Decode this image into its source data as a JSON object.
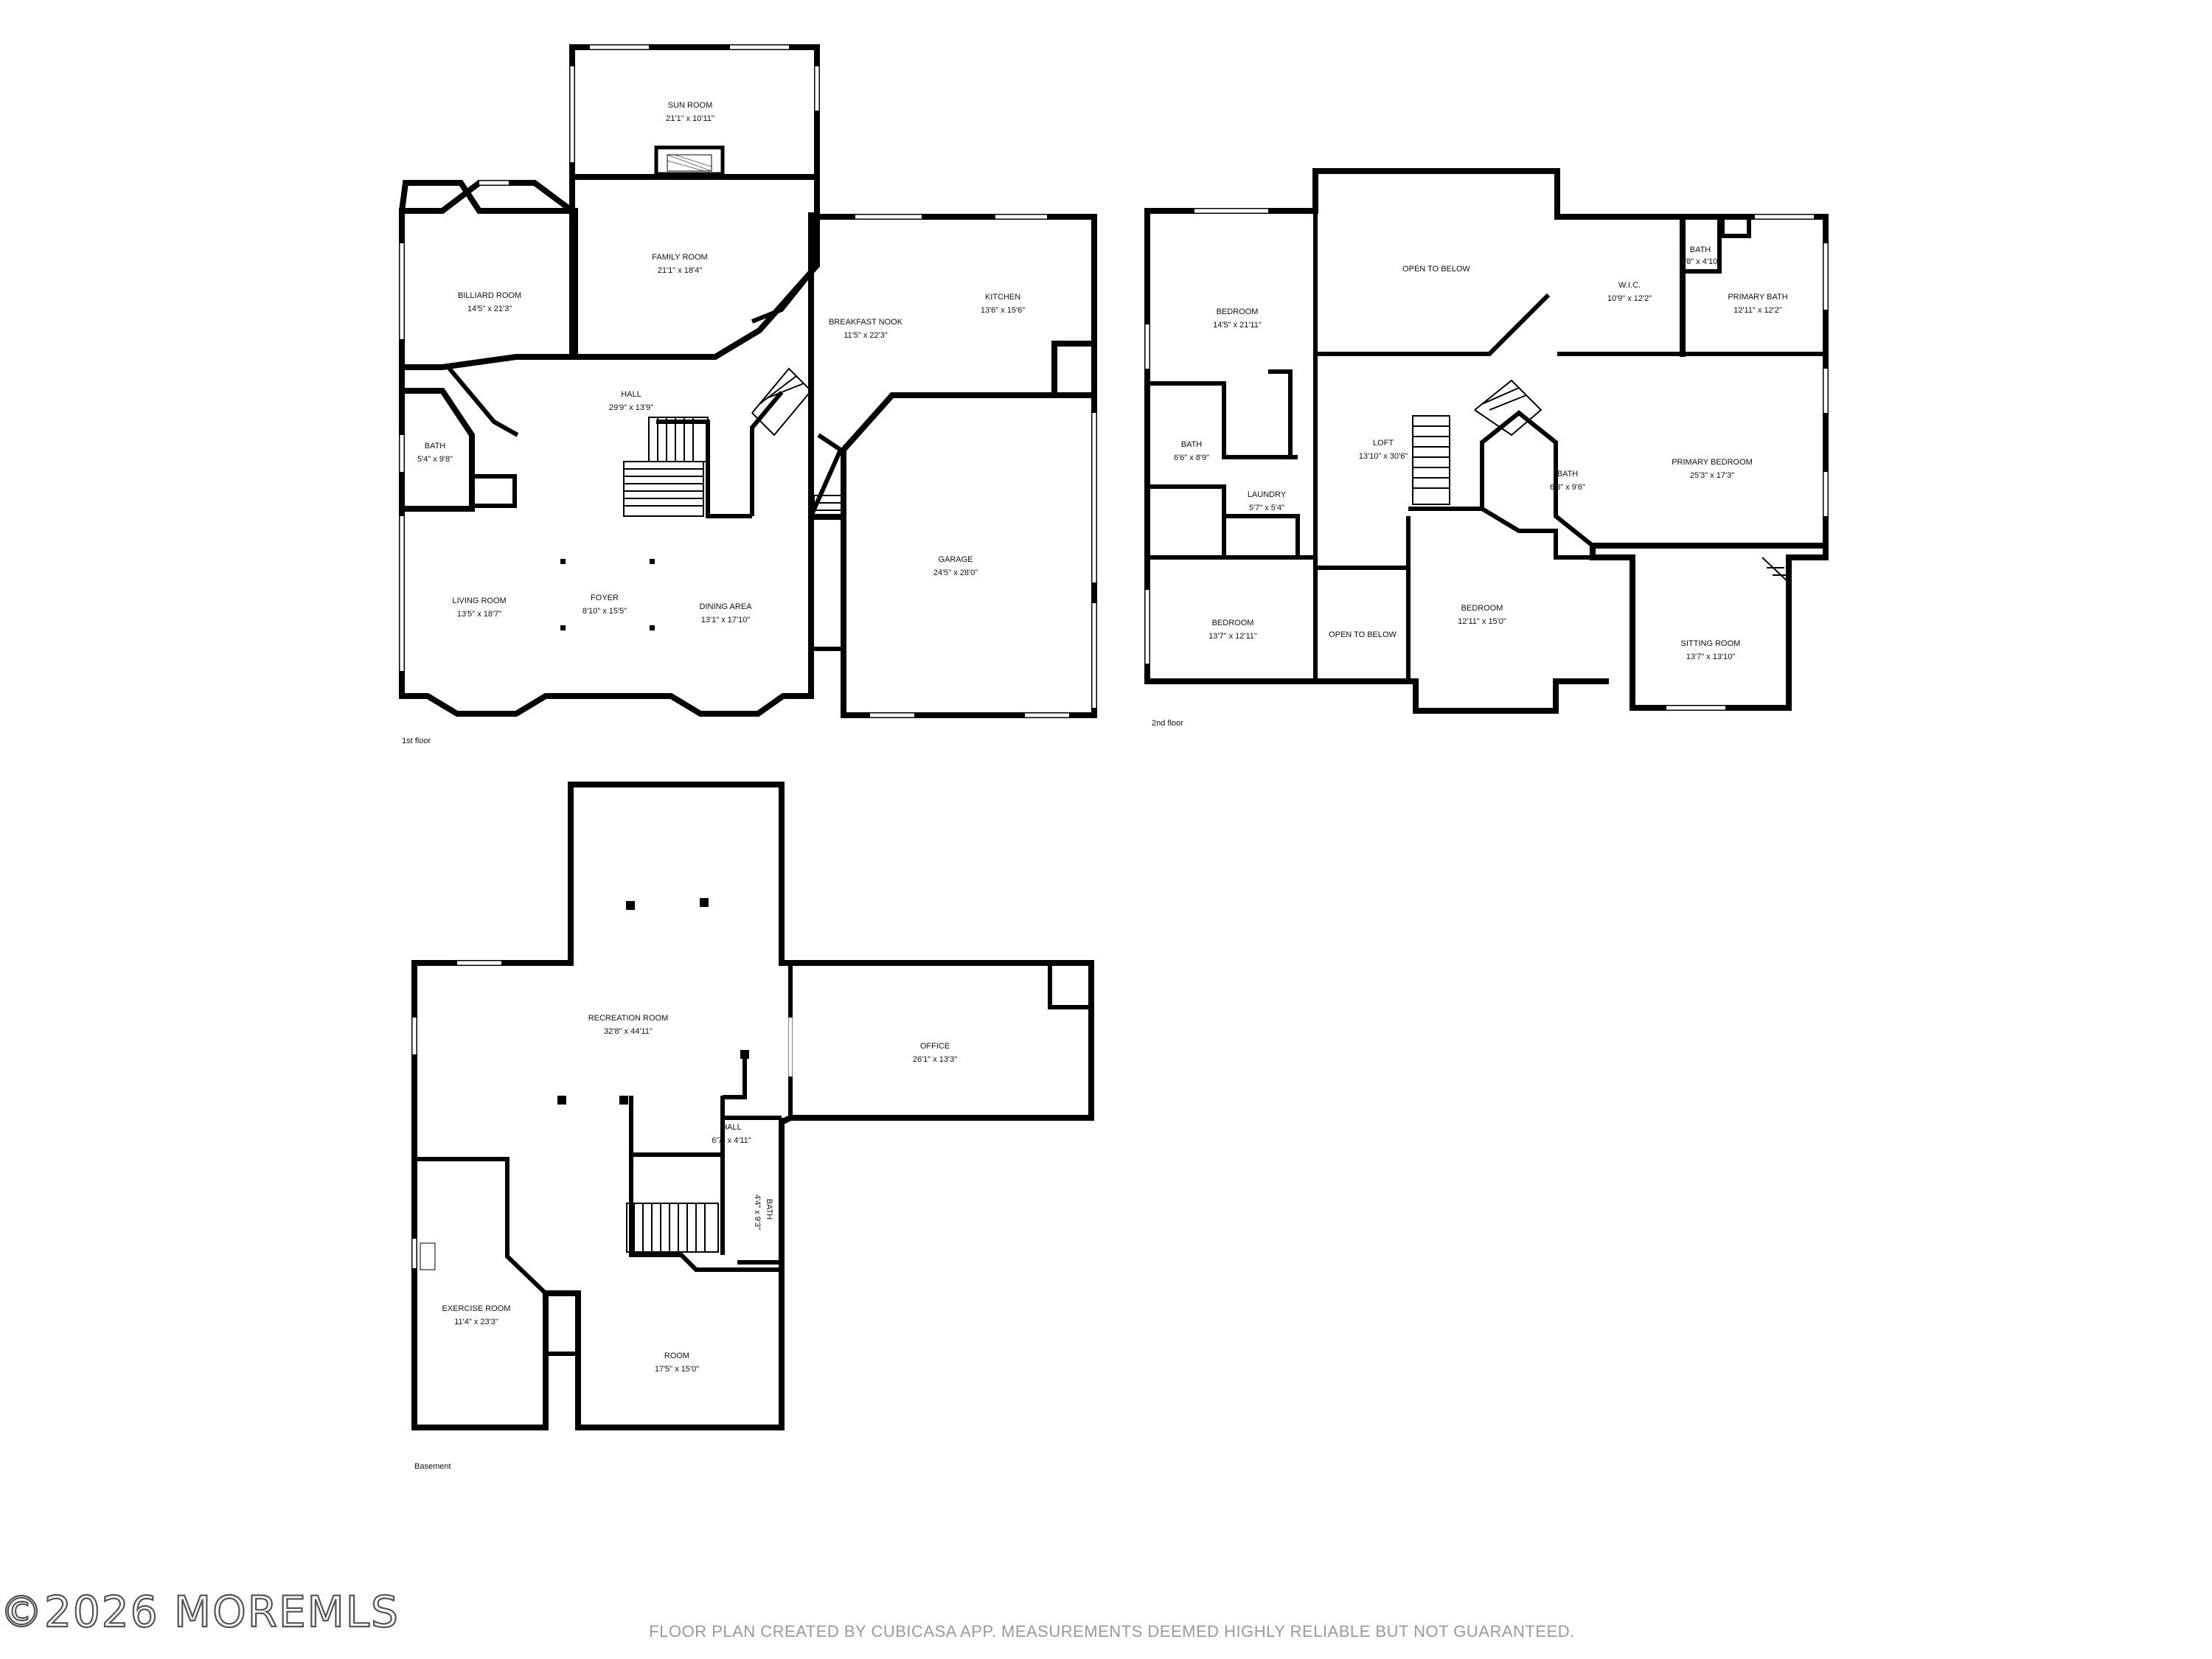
{
  "floors": {
    "first": {
      "label": "1st floor",
      "rooms": [
        {
          "name": "SUN ROOM",
          "dims": "21'1\" x 10'11\""
        },
        {
          "name": "FAMILY ROOM",
          "dims": "21'1\" x 18'4\""
        },
        {
          "name": "BILLIARD ROOM",
          "dims": "14'5\" x 21'3\""
        },
        {
          "name": "KITCHEN",
          "dims": "13'6\" x 15'6\""
        },
        {
          "name": "BREAKFAST NOOK",
          "dims": "11'5\" x 22'3\""
        },
        {
          "name": "HALL",
          "dims": "29'9\" x 13'9\""
        },
        {
          "name": "BATH",
          "dims": "5'4\" x 9'8\""
        },
        {
          "name": "GARAGE",
          "dims": "24'5\" x 28'0\""
        },
        {
          "name": "LIVING ROOM",
          "dims": "13'5\" x 18'7\""
        },
        {
          "name": "FOYER",
          "dims": "8'10\" x 15'5\""
        },
        {
          "name": "DINING AREA",
          "dims": "13'1\" x 17'10\""
        }
      ]
    },
    "second": {
      "label": "2nd floor",
      "rooms": [
        {
          "name": "OPEN TO BELOW",
          "dims": ""
        },
        {
          "name": "BEDROOM",
          "dims": "14'5\" x 21'11\""
        },
        {
          "name": "W.I.C.",
          "dims": "10'9\" x 12'2\""
        },
        {
          "name": "BATH",
          "dims": "5'8\" x 4'10\""
        },
        {
          "name": "PRIMARY BATH",
          "dims": "12'11\" x 12'2\""
        },
        {
          "name": "BATH",
          "dims": "6'6\" x 8'9\""
        },
        {
          "name": "LOFT",
          "dims": "13'10\" x 30'6\""
        },
        {
          "name": "BATH",
          "dims": "6'8\" x 9'6\""
        },
        {
          "name": "PRIMARY BEDROOM",
          "dims": "25'3\" x 17'3\""
        },
        {
          "name": "LAUNDRY",
          "dims": "5'7\" x 5'4\""
        },
        {
          "name": "BEDROOM",
          "dims": "13'7\" x 12'11\""
        },
        {
          "name": "OPEN TO BELOW",
          "dims": ""
        },
        {
          "name": "BEDROOM",
          "dims": "12'11\" x 15'0\""
        },
        {
          "name": "SITTING ROOM",
          "dims": "13'7\" x 13'10\""
        }
      ]
    },
    "basement": {
      "label": "Basement",
      "rooms": [
        {
          "name": "RECREATION ROOM",
          "dims": "32'8\" x 44'11\""
        },
        {
          "name": "OFFICE",
          "dims": "26'1\" x 13'3\""
        },
        {
          "name": "HALL",
          "dims": "6'7\" x 4'11\""
        },
        {
          "name": "BATH",
          "dims": "4'4\" x 9'3\""
        },
        {
          "name": "EXERCISE ROOM",
          "dims": "11'4\" x 23'3\""
        },
        {
          "name": "ROOM",
          "dims": "17'5\" x 15'0\""
        }
      ]
    }
  },
  "watermark": "©2026 MOREMLS",
  "footer": "FLOOR PLAN CREATED BY CUBICASA APP. MEASUREMENTS DEEMED HIGHLY RELIABLE BUT NOT GUARANTEED."
}
